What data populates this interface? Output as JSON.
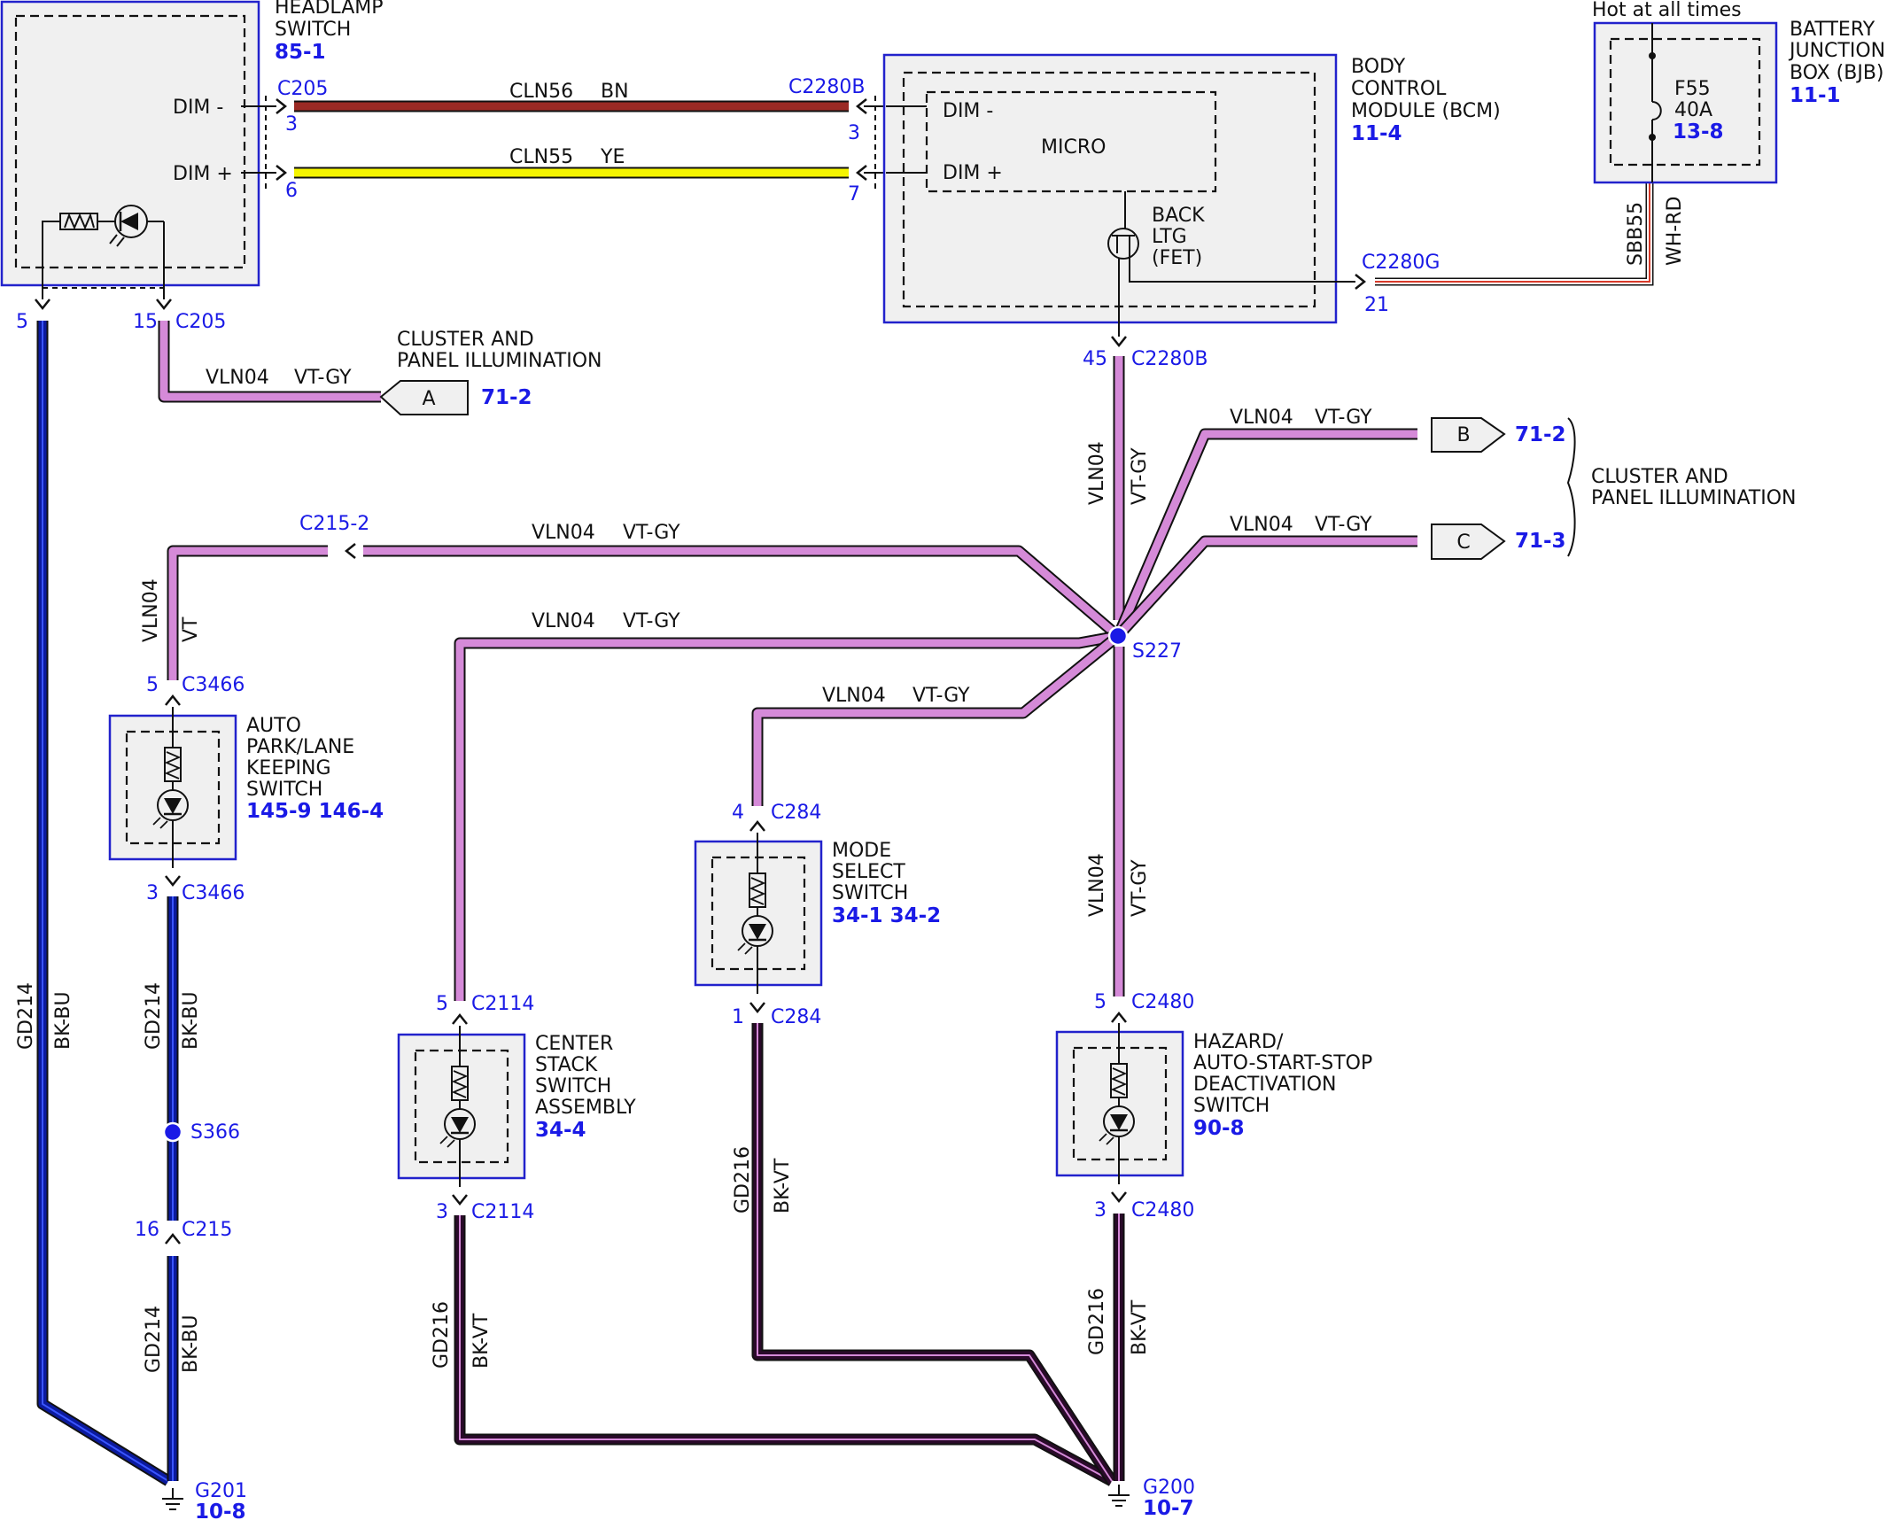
{
  "colors": {
    "vt_gy": "#d58ad8",
    "bk_bu": "#0b1a9e",
    "bk_vt": "#2a0a2a",
    "brown": "#9b2a24",
    "yellow": "#f5f500",
    "connector_blue": "#1a1ae6",
    "module_border": "#2222cc",
    "splice": "#1a1ae6"
  },
  "headlamp": {
    "name1": "HEADLAMP",
    "name2": "SWITCH",
    "ref": "85-1",
    "dim_minus": "DIM -",
    "dim_plus": "DIM +",
    "conn_top": "C205",
    "pin3": "3",
    "pin6": "6",
    "pin5": "5",
    "pin15": "15",
    "conn_bottom": "C205"
  },
  "bcm": {
    "name1": "BODY",
    "name2": "CONTROL",
    "name3": "MODULE (BCM)",
    "ref": "11-4",
    "micro": "MICRO",
    "dim_minus": "DIM -",
    "dim_plus": "DIM +",
    "fet1": "BACK",
    "fet2": "LTG",
    "fet3": "(FET)",
    "conn_top": "C2280B",
    "pin3": "3",
    "pin7": "7",
    "conn_g": "C2280G",
    "pin21": "21",
    "pin45": "45",
    "conn_bottom": "C2280B"
  },
  "bjb": {
    "hot": "Hot at all times",
    "name1": "BATTERY",
    "name2": "JUNCTION",
    "name3": "BOX (BJB)",
    "ref": "11-1",
    "fuse": "F55",
    "amps": "40A",
    "fuse_ref": "13-8",
    "circuit": "SBB55",
    "color": "WH-RD"
  },
  "wires": {
    "cln56": "CLN56",
    "bn": "BN",
    "cln55": "CLN55",
    "ye": "YE",
    "vln04": "VLN04",
    "vtgy": "VT-GY",
    "vt": "VT",
    "gd214": "GD214",
    "bkbu": "BK-BU",
    "gd216": "GD216",
    "bkvt": "BK-VT"
  },
  "cluster": {
    "line1": "CLUSTER AND",
    "line2": "PANEL ILLUMINATION",
    "a": "A",
    "a_ref": "71-2",
    "b": "B",
    "b_ref": "71-2",
    "c": "C",
    "c_ref": "71-3",
    "brace1": "CLUSTER AND",
    "brace2": "PANEL ILLUMINATION"
  },
  "c215_2": "C215-2",
  "splice": "S227",
  "auto_park": {
    "pin_top": "5",
    "conn_top": "C3466",
    "name1": "AUTO",
    "name2": "PARK/LANE",
    "name3": "KEEPING",
    "name4": "SWITCH",
    "ref": "145-9 146-4",
    "pin_bottom": "3",
    "conn_bottom": "C3466"
  },
  "s366": "S366",
  "c215": {
    "pin": "16",
    "conn": "C215"
  },
  "g201": {
    "name": "G201",
    "ref": "10-8"
  },
  "center_stack": {
    "pin_top": "5",
    "conn_top": "C2114",
    "name1": "CENTER",
    "name2": "STACK",
    "name3": "SWITCH",
    "name4": "ASSEMBLY",
    "ref": "34-4",
    "pin_bottom": "3",
    "conn_bottom": "C2114"
  },
  "mode_select": {
    "pin_top": "4",
    "conn_top": "C284",
    "name1": "MODE",
    "name2": "SELECT",
    "name3": "SWITCH",
    "ref": "34-1   34-2",
    "pin_bottom": "1",
    "conn_bottom": "C284"
  },
  "hazard": {
    "pin_top": "5",
    "conn_top": "C2480",
    "name1": "HAZARD/",
    "name2": "AUTO-START-STOP",
    "name3": "DEACTIVATION",
    "name4": "SWITCH",
    "ref": "90-8",
    "pin_bottom": "3",
    "conn_bottom": "C2480"
  },
  "g200": {
    "name": "G200",
    "ref": "10-7"
  }
}
